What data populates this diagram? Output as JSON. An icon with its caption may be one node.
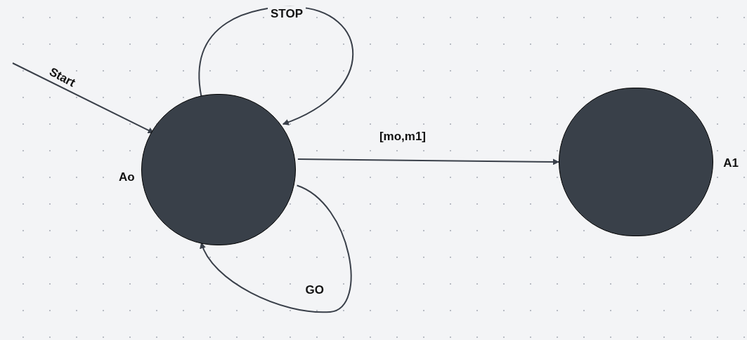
{
  "diagram": {
    "nodes": [
      {
        "text": [
          "Ao"
        ]
      },
      {
        "text": [
          "A1"
        ]
      }
    ],
    "edges": [
      {
        "from": null,
        "to": 0,
        "arrow": "to",
        "label": "Start"
      },
      {
        "from": 0,
        "to": 0,
        "arrow": "to",
        "label": "STOP"
      },
      {
        "from": 0,
        "to": 0,
        "arrow": "to",
        "label": "GO"
      },
      {
        "from": 0,
        "to": 1,
        "arrow": "to",
        "label": "[mo,m1]"
      }
    ]
  }
}
